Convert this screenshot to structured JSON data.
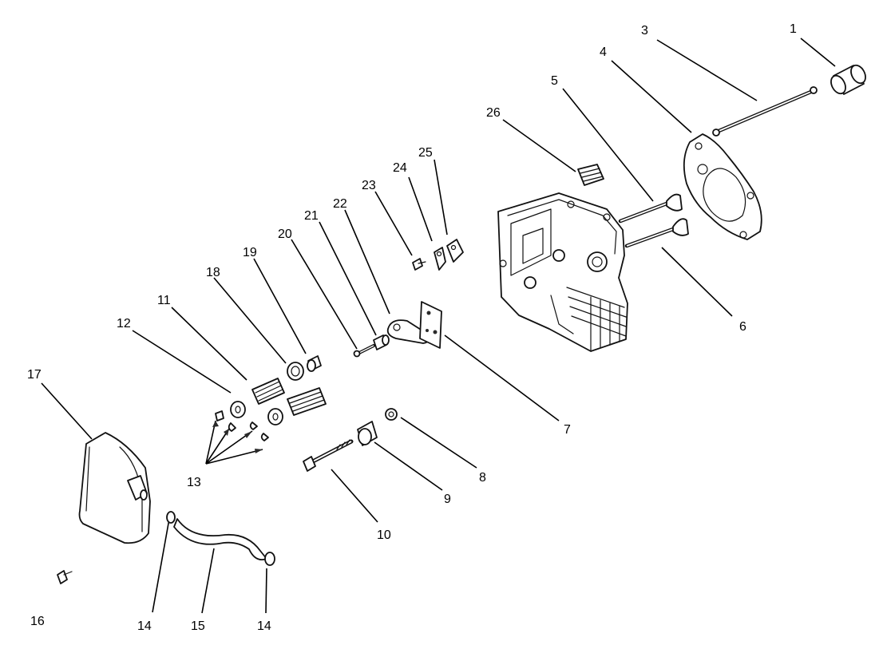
{
  "callouts": [
    {
      "id": "1",
      "text": "1"
    },
    {
      "id": "3",
      "text": "3"
    },
    {
      "id": "4",
      "text": "4"
    },
    {
      "id": "5",
      "text": "5"
    },
    {
      "id": "6",
      "text": "6"
    },
    {
      "id": "7",
      "text": "7"
    },
    {
      "id": "8",
      "text": "8"
    },
    {
      "id": "9",
      "text": "9"
    },
    {
      "id": "10",
      "text": "10"
    },
    {
      "id": "11",
      "text": "11"
    },
    {
      "id": "12",
      "text": "12"
    },
    {
      "id": "13",
      "text": "13"
    },
    {
      "id": "14a",
      "text": "14"
    },
    {
      "id": "14b",
      "text": "14"
    },
    {
      "id": "15",
      "text": "15"
    },
    {
      "id": "16",
      "text": "16"
    },
    {
      "id": "17",
      "text": "17"
    },
    {
      "id": "18",
      "text": "18"
    },
    {
      "id": "19",
      "text": "19"
    },
    {
      "id": "20",
      "text": "20"
    },
    {
      "id": "21",
      "text": "21"
    },
    {
      "id": "22",
      "text": "22"
    },
    {
      "id": "23",
      "text": "23"
    },
    {
      "id": "24",
      "text": "24"
    },
    {
      "id": "25",
      "text": "25"
    },
    {
      "id": "26",
      "text": "26"
    }
  ]
}
